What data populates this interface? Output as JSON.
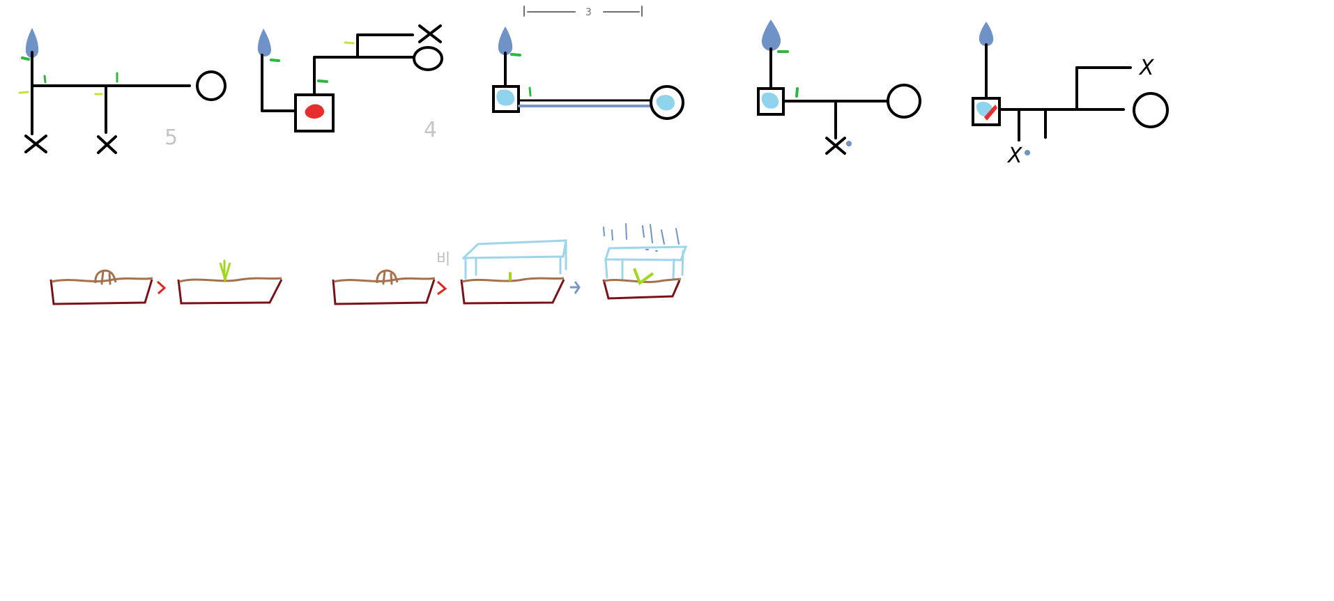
{
  "sketches": {
    "group1": {
      "number_label": "5"
    },
    "group2": {
      "number_label": "4"
    },
    "group3": {
      "dimension_label": "3"
    },
    "group5": {
      "x_label": "X",
      "small_x_label": "X"
    },
    "seed_panel": {
      "korean_label": "비"
    }
  },
  "colors": {
    "line": "#000000",
    "water_drop": "#6f93c6",
    "leaf": "#2db742",
    "yellow_leaf": "#c6df3a",
    "red_fill": "#e62e2e",
    "blue_fill": "#8fd3ec",
    "soil_top": "#a5714d",
    "soil_box": "#7a1117",
    "sprout": "#a4d51f",
    "greenhouse": "#9ed5ea",
    "arrow_red": "#e0241f",
    "arrow_blue": "#7c96c4",
    "label_gray": "#c4c4c4"
  },
  "icons": [
    "water-drop-icon",
    "leaf-icon",
    "cross-icon",
    "circle-node-icon",
    "square-node-icon",
    "seed-icon",
    "sprout-icon",
    "greenhouse-icon",
    "rain-icon",
    "arrow-icon"
  ]
}
